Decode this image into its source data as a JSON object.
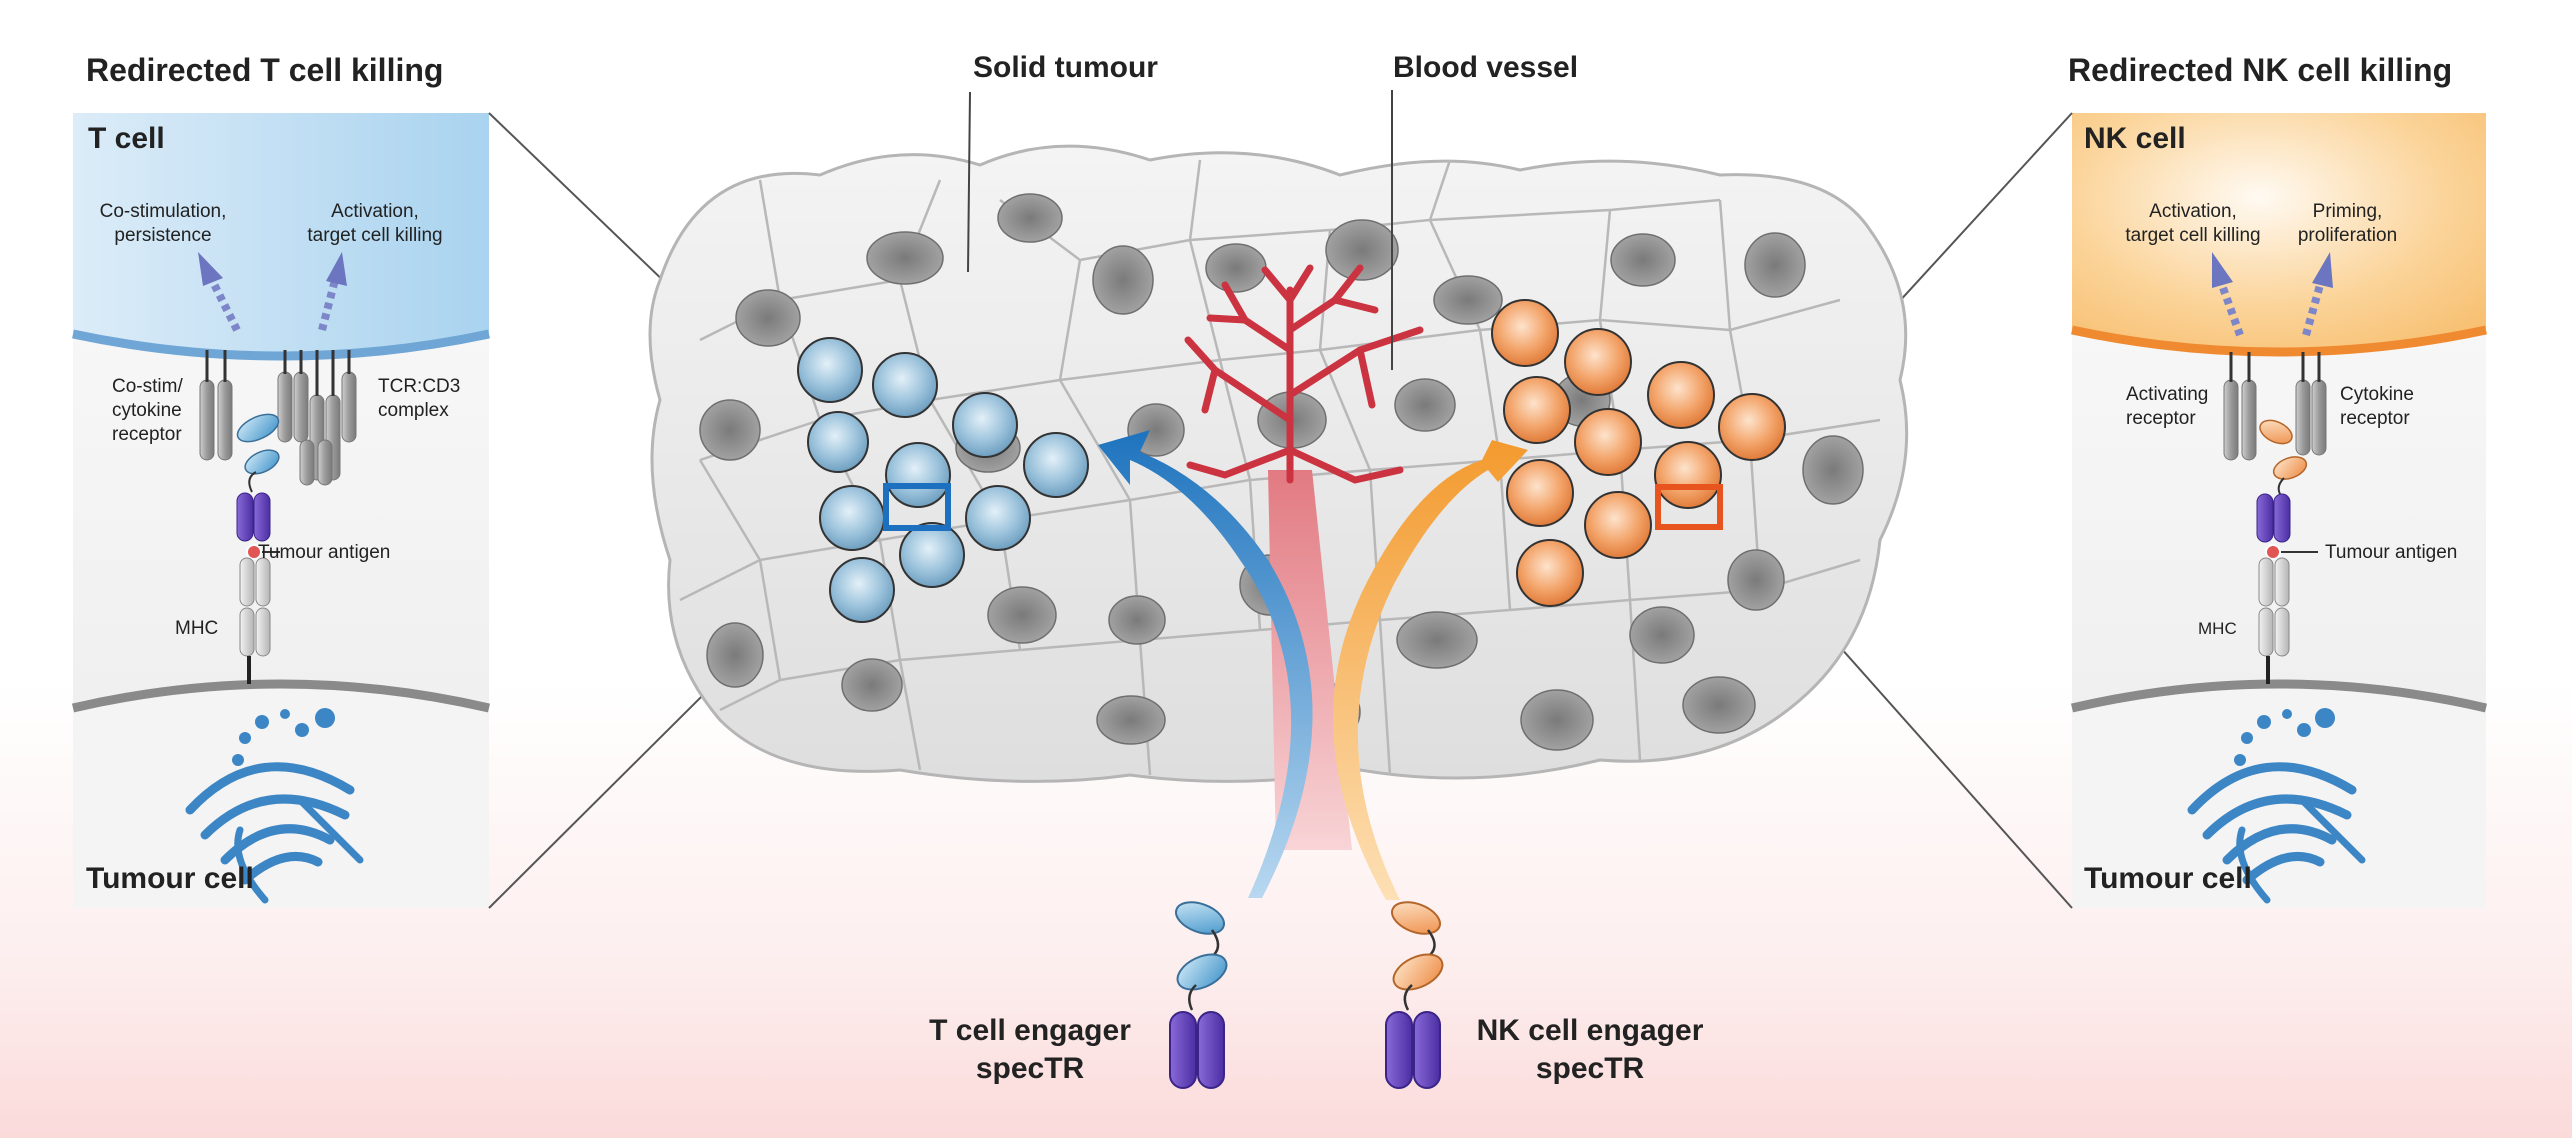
{
  "left_panel": {
    "heading": "Redirected T cell killing",
    "cell_title": "T cell",
    "signal_left": [
      "Co-stimulation,",
      "persistence"
    ],
    "signal_right": [
      "Activation,",
      "target cell killing"
    ],
    "receptor_left": [
      "Co-stim/",
      "cytokine",
      "receptor"
    ],
    "receptor_right": [
      "TCR:CD3",
      "complex"
    ],
    "antigen_label": "Tumour antigen",
    "mhc_label": "MHC",
    "target_title": "Tumour cell"
  },
  "right_panel": {
    "heading": "Redirected NK cell killing",
    "cell_title": "NK cell",
    "signal_left": [
      "Activation,",
      "target cell killing"
    ],
    "signal_right": [
      "Priming,",
      "proliferation"
    ],
    "receptor_left": [
      "Activating",
      "receptor"
    ],
    "receptor_right": [
      "Cytokine",
      "receptor"
    ],
    "antigen_label": "Tumour antigen",
    "mhc_label": "MHC",
    "target_title": "Tumour cell"
  },
  "center": {
    "tumour_label": "Solid tumour",
    "vessel_label": "Blood vessel"
  },
  "engagers": {
    "t_cell": [
      "T cell engager",
      "specTR"
    ],
    "nk_cell": [
      "NK cell engager",
      "specTR"
    ]
  },
  "colors": {
    "t_cell_accent": "#1e73be",
    "nk_cell_accent": "#f39a2e",
    "highlight_box_t": "#1d6fc0",
    "highlight_box_nk": "#e8541e",
    "engager_core": "#5b3fb3",
    "vessel": "#cc3340"
  }
}
